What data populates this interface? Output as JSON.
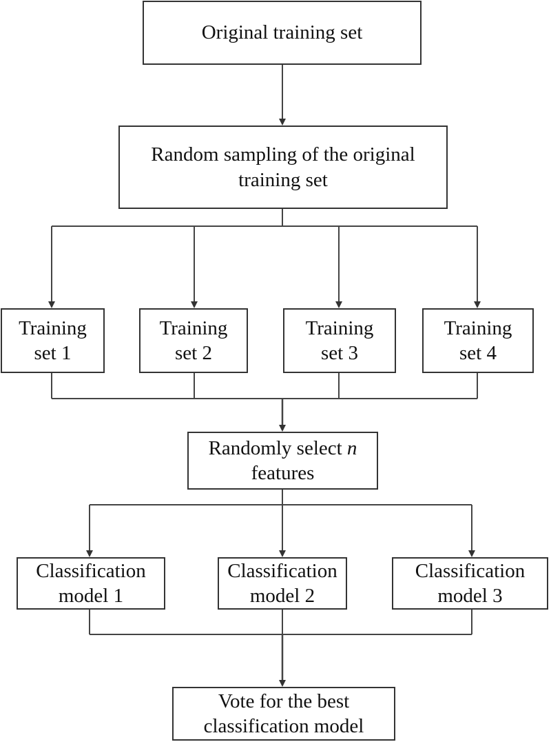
{
  "nodes": {
    "original": {
      "lines": [
        "Original training set"
      ]
    },
    "sampling": {
      "lines": [
        "Random sampling of the original",
        "training set"
      ]
    },
    "train1": {
      "lines": [
        "Training",
        "set 1"
      ]
    },
    "train2": {
      "lines": [
        "Training",
        "set 2"
      ]
    },
    "train3": {
      "lines": [
        "Training",
        "set 3"
      ]
    },
    "train4": {
      "lines": [
        "Training",
        "set 4"
      ]
    },
    "select": {
      "line1_prefix": "Randomly select ",
      "line1_var": "n",
      "line2": "features"
    },
    "model1": {
      "lines": [
        "Classification",
        "model 1"
      ]
    },
    "model2": {
      "lines": [
        "Classification",
        "model 2"
      ]
    },
    "model3": {
      "lines": [
        "Classification",
        "model 3"
      ]
    },
    "vote": {
      "lines": [
        "Vote for the best",
        "classification model"
      ]
    }
  }
}
